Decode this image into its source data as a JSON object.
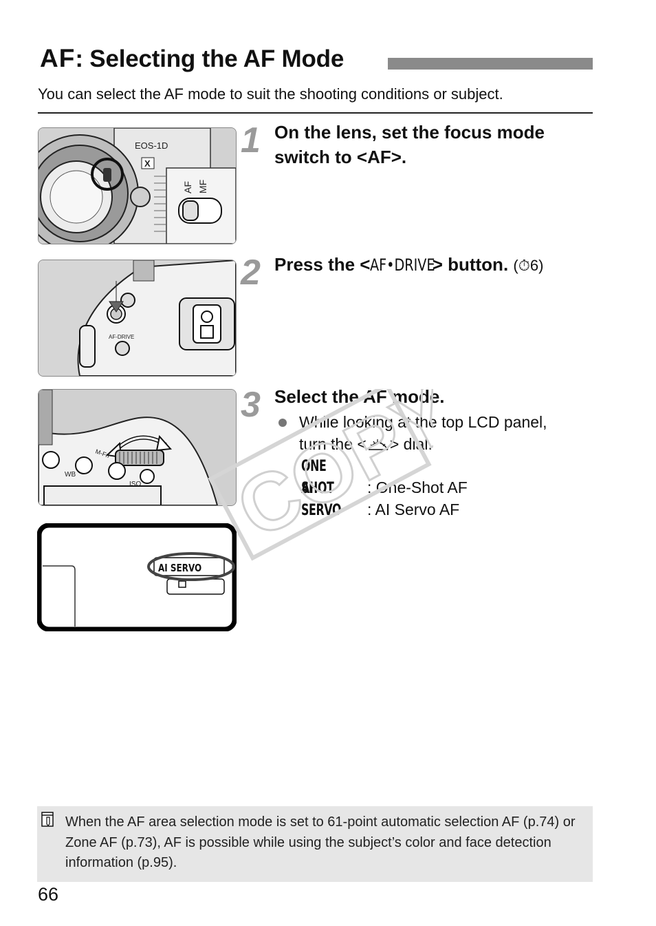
{
  "header": {
    "title_glyph": "AF",
    "title_text": ": Selecting the AF Mode",
    "intro": "You can select the AF mode to suit the shooting conditions or subject."
  },
  "illustrations": {
    "lens": {
      "brand_text": "EOS-1D",
      "model_badge": "X",
      "switch_labels": [
        "AF",
        "MF"
      ]
    },
    "top_body": {
      "button_label": "AF-DRIVE"
    },
    "dial": {
      "labels": [
        "M-Fn",
        "WB",
        "ISO"
      ]
    },
    "lcd": {
      "mode_text": "AI SERVO"
    }
  },
  "steps": [
    {
      "number": "1",
      "heading": "On the lens, set the focus mode switch to <AF>."
    },
    {
      "number": "2",
      "heading_pre": "Press the <",
      "heading_glyph": "AF•DRIVE",
      "heading_post": "> button.",
      "timer_ref": "6"
    },
    {
      "number": "3",
      "heading": "Select the AF mode.",
      "bullet_line1": "While looking at the top LCD panel,",
      "bullet_line2_pre": "turn the <",
      "bullet_line2_post": "> dial.",
      "modes": [
        {
          "glyph": "ONE SHOT",
          "label": ": One-Shot AF"
        },
        {
          "glyph": "AI SERVO",
          "label": ": AI Servo AF"
        }
      ]
    }
  ],
  "note": {
    "icon": "memo-icon",
    "text": "When the AF area selection mode is set to 61-point automatic selection AF (p.74) or Zone AF (p.73), AF is possible while using the subject’s color and face detection information (p.95)."
  },
  "watermark": "COPY",
  "page_number": "66",
  "colors": {
    "title_bar": "#8a8a8a",
    "step_number": "#9a9a9a",
    "note_bg": "#e6e6e6"
  }
}
